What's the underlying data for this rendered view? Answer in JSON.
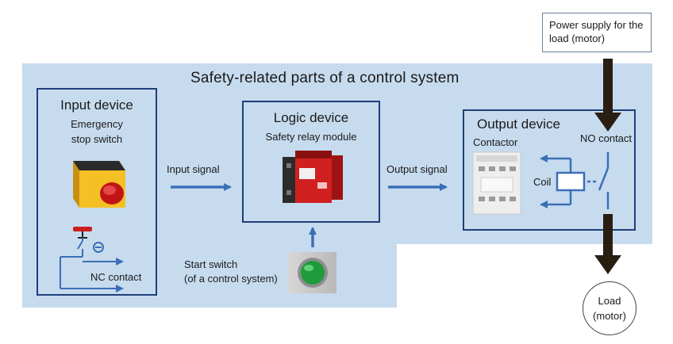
{
  "diagram": {
    "title": "Safety-related parts of a control system",
    "input_device": {
      "heading": "Input device",
      "subtitle": "Emergency\nstop switch",
      "contact_label": "NC contact"
    },
    "logic_device": {
      "heading": "Logic device",
      "subtitle": "Safety relay module"
    },
    "output_device": {
      "heading": "Output device",
      "contactor_label": "Contactor",
      "coil_label": "Coil",
      "no_contact_label": "NO contact"
    },
    "input_signal_label": "Input signal",
    "output_signal_label": "Output signal",
    "start_switch_label": "Start switch\n(of a control system)",
    "power_supply_label": "Power supply for the load (motor)",
    "load_label": "Load",
    "load_sub": "(motor)",
    "colors": {
      "background_panel": "#c7dbee",
      "box_border": "#1f3f7a",
      "signal_arrow": "#3b6fb6",
      "power_arrow": "#2a1d12"
    }
  }
}
